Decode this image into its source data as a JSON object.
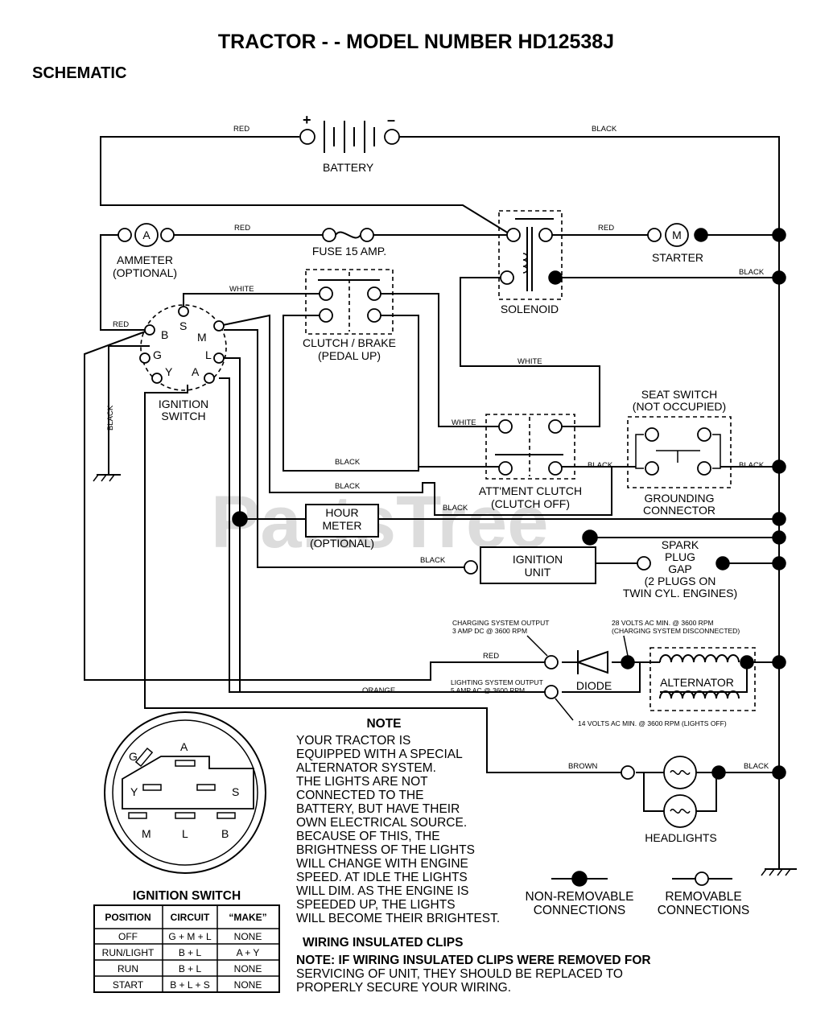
{
  "title": "TRACTOR - - MODEL NUMBER HD12538J",
  "subtitle": "SCHEMATIC",
  "watermark": "PartsTree",
  "components": {
    "battery": "BATTERY",
    "battery_plus": "+",
    "battery_minus": "–",
    "ammeter": [
      "AMMETER",
      "(OPTIONAL)"
    ],
    "ammeter_symbol": "A",
    "fuse": "FUSE 15 AMP.",
    "starter": "STARTER",
    "starter_symbol": "M",
    "solenoid": "SOLENOID",
    "clutch_brake": [
      "CLUTCH / BRAKE",
      "(PEDAL UP)"
    ],
    "ignition_switch": [
      "IGNITION",
      "SWITCH"
    ],
    "seat_switch": [
      "SEAT SWITCH",
      "(NOT OCCUPIED)"
    ],
    "grounding_connector": [
      "GROUNDING",
      "CONNECTOR"
    ],
    "attachment_clutch": [
      "ATT'MENT CLUTCH",
      "(CLUTCH OFF)"
    ],
    "hour_meter": [
      "HOUR",
      "METER",
      "(OPTIONAL)"
    ],
    "ignition_unit": [
      "IGNITION",
      "UNIT"
    ],
    "spark_plug": [
      "SPARK",
      "PLUG",
      "GAP",
      "(2 PLUGS ON",
      "TWIN CYL. ENGINES)"
    ],
    "diode": "DIODE",
    "alternator": "ALTERNATOR",
    "headlights": "HEADLIGHTS"
  },
  "switch_terminals": [
    "B",
    "S",
    "M",
    "G",
    "L",
    "Y",
    "A"
  ],
  "wires": {
    "red": "RED",
    "black": "BLACK",
    "white": "WHITE",
    "orange": "ORANGE",
    "brown": "BROWN"
  },
  "specs": {
    "charging_output": [
      "CHARGING SYSTEM OUTPUT",
      "3 AMP DC @ 3600 RPM"
    ],
    "ac_min_28": [
      "28 VOLTS AC MIN. @ 3600 RPM",
      "(CHARGING SYSTEM DISCONNECTED)"
    ],
    "lighting_output": [
      "LIGHTING SYSTEM OUTPUT",
      "5 AMP AC @ 3600 RPM"
    ],
    "ac_min_14": "14 VOLTS AC MIN. @ 3600 RPM (LIGHTS OFF)"
  },
  "note": {
    "heading": "NOTE",
    "lines": [
      "YOUR TRACTOR IS",
      "EQUIPPED WITH A SPECIAL",
      "ALTERNATOR SYSTEM.",
      "THE LIGHTS ARE NOT",
      "CONNECTED TO THE",
      "BATTERY, BUT HAVE THEIR",
      "OWN ELECTRICAL SOURCE.",
      "BECAUSE OF THIS, THE",
      "BRIGHTNESS OF THE LIGHTS",
      "WILL CHANGE WITH ENGINE",
      "SPEED.  AT IDLE THE LIGHTS",
      "WILL DIM.  AS THE ENGINE IS",
      "SPEEDED UP, THE LIGHTS",
      "WILL BECOME THEIR BRIGHTEST."
    ]
  },
  "legend": {
    "non_removable": [
      "NON-REMOVABLE",
      "CONNECTIONS"
    ],
    "removable": [
      "REMOVABLE",
      "CONNECTIONS"
    ]
  },
  "clips": {
    "heading": "WIRING INSULATED CLIPS",
    "lines": [
      "NOTE: IF WIRING INSULATED CLIPS WERE REMOVED FOR",
      "SERVICING OF UNIT, THEY SHOULD BE REPLACED TO",
      "PROPERLY SECURE YOUR WIRING."
    ]
  },
  "connector_letters": [
    "G",
    "A",
    "Y",
    "S",
    "M",
    "L",
    "B"
  ],
  "ignition_table": {
    "caption": "IGNITION SWITCH",
    "headers": [
      "POSITION",
      "CIRCUIT",
      "“MAKE”"
    ],
    "rows": [
      [
        "OFF",
        "G + M + L",
        "NONE"
      ],
      [
        "RUN/LIGHT",
        "B + L",
        "A + Y"
      ],
      [
        "RUN",
        "B + L",
        "NONE"
      ],
      [
        "START",
        "B + L + S",
        "NONE"
      ]
    ]
  }
}
